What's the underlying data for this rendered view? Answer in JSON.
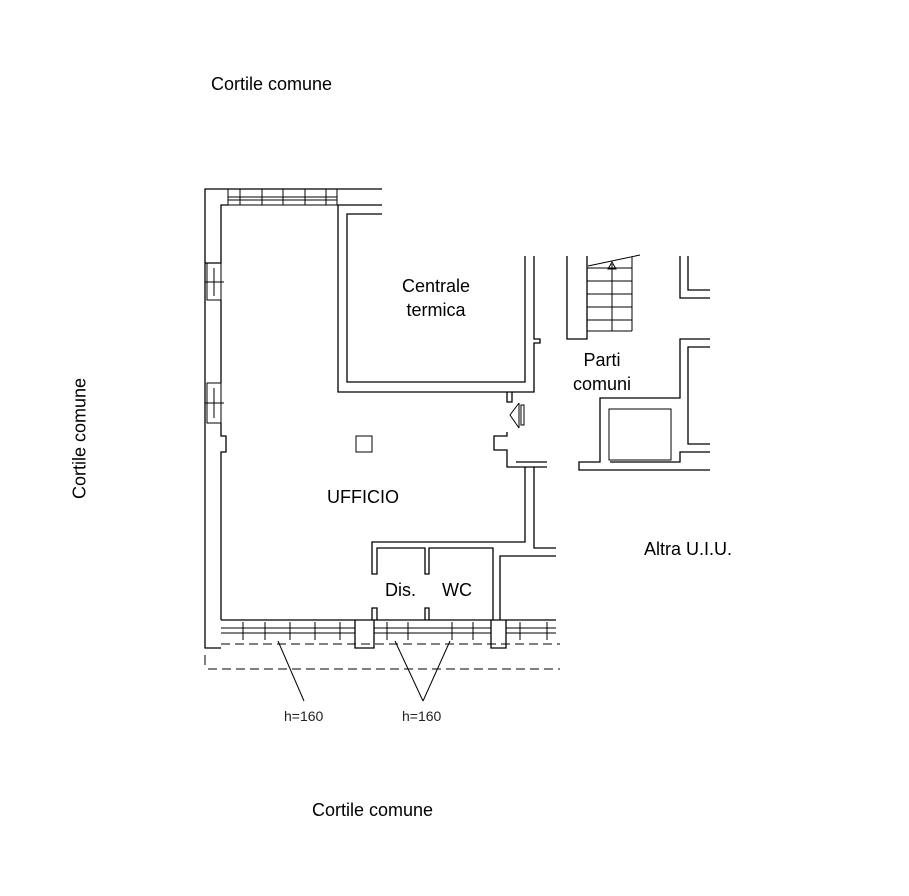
{
  "labels": {
    "cortile_top": "Cortile comune",
    "cortile_left": "Cortile comune",
    "cortile_bottom": "Cortile comune",
    "centrale_1": "Centrale",
    "centrale_2": "termica",
    "parti_1": "Parti",
    "parti_2": "comuni",
    "ufficio": "UFFICIO",
    "dis": "Dis.",
    "wc": "WC",
    "altra": "Altra U.I.U.",
    "h1": "h=160",
    "h2": "h=160"
  }
}
